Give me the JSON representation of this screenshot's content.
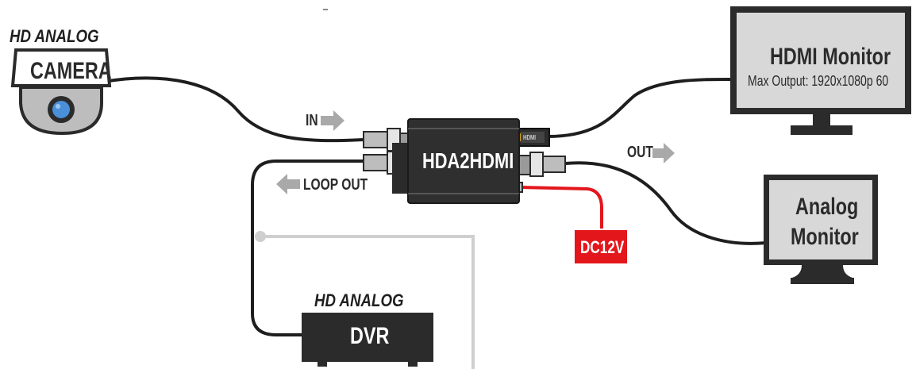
{
  "camera": {
    "heading": "HD ANALOG",
    "label": "CAMERA"
  },
  "converter": {
    "label": "HDA2HDMI",
    "hdmi_port_label": "HDMI"
  },
  "arrows": {
    "in": "IN",
    "out": "OUT",
    "loop_out": "LOOP OUT"
  },
  "power": {
    "label": "DC12V"
  },
  "hdmi_monitor": {
    "title": "HDMI Monitor",
    "subtitle": "Max Output: 1920x1080p 60"
  },
  "analog_monitor": {
    "line1": "Analog",
    "line2": "Monitor"
  },
  "dvr": {
    "heading": "HD ANALOG",
    "label": "DVR"
  },
  "colors": {
    "dark": "#2b2b2b",
    "cable": "#1e1e1e",
    "power": "#e3161c",
    "arrow": "#a9a9a9",
    "screen": "#d8d8d8",
    "light_cable": "#cfcfcf"
  }
}
